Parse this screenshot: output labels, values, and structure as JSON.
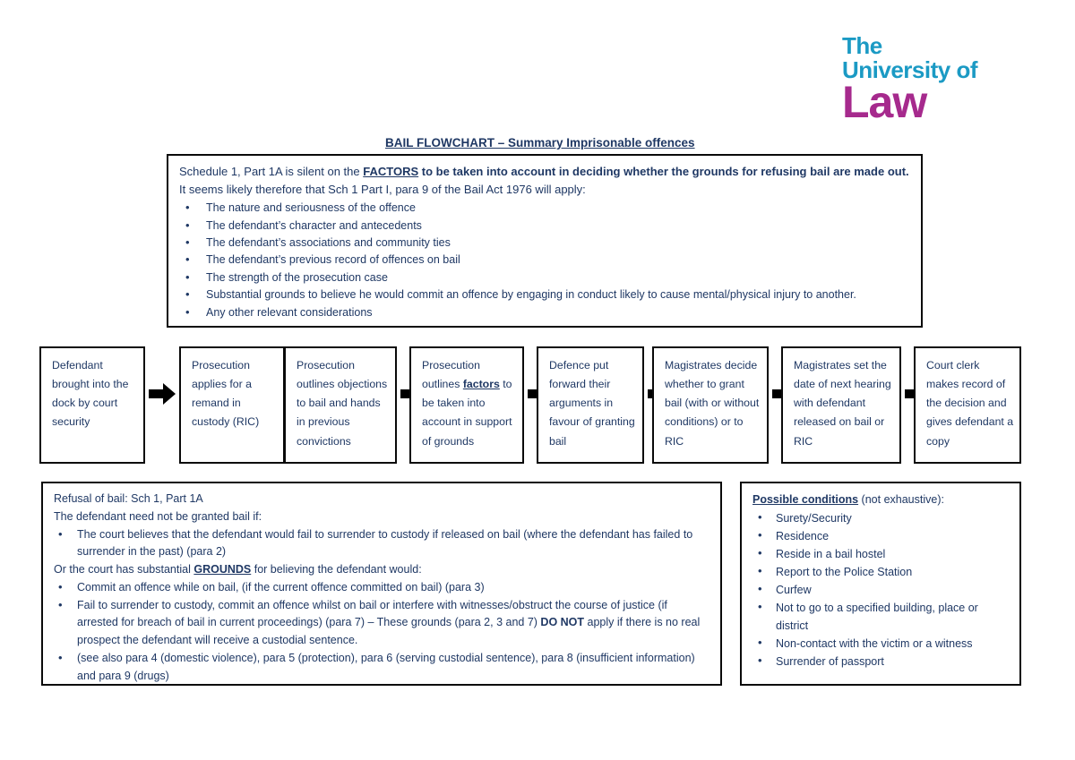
{
  "logo": {
    "line1": "The",
    "line2": "University of",
    "line3": "Law",
    "teal": "#1B9AC4",
    "magenta": "#A62A8D"
  },
  "title": "BAIL FLOWCHART – Summary Imprisonable offences ",
  "factors_box": {
    "lead_part1": "Schedule 1, Part 1A is silent on the ",
    "lead_factors": "FACTORS",
    "lead_part2": " to be taken into account in deciding whether the grounds for refusing bail are made out.",
    "lead_part3": " It seems likely therefore that Sch 1 Part I, para 9 of the Bail Act 1976 will apply:",
    "bullets": [
      "The nature and seriousness of the offence",
      "The defendant’s character and antecedents",
      "The defendant’s associations and community ties",
      "The defendant’s previous record of offences on bail",
      "The strength of the prosecution case",
      "Substantial grounds to believe he would commit an offence by engaging in conduct likely to cause mental/physical injury to another.",
      "Any other relevant considerations"
    ]
  },
  "flow": {
    "steps": [
      {
        "text_pre": "Defendant brought into the dock by court security",
        "emph": "",
        "text_post": ""
      },
      {
        "text_pre": "Prosecution applies for a remand in custody (RIC)",
        "emph": "",
        "text_post": ""
      },
      {
        "text_pre": "Prosecution outlines objections to bail and hands in previous convictions",
        "emph": "",
        "text_post": ""
      },
      {
        "text_pre": "Prosecution outlines ",
        "emph": "factors",
        "text_post": " to be taken into account in support of grounds"
      },
      {
        "text_pre": "Defence put forward their arguments in favour of granting bail",
        "emph": "",
        "text_post": ""
      },
      {
        "text_pre": "Magistrates decide whether to grant bail (with or without conditions) or to RIC",
        "emph": "",
        "text_post": ""
      },
      {
        "text_pre": "Magistrates set the date of next hearing with defendant released on bail or RIC",
        "emph": "",
        "text_post": ""
      },
      {
        "text_pre": "Court clerk makes record of the decision and gives defendant a copy",
        "emph": "",
        "text_post": ""
      }
    ],
    "arrow_count": 7
  },
  "refusal_box": {
    "line1": "Refusal of bail: Sch 1, Part 1A",
    "line2": "The defendant need not be granted bail if:",
    "bullet1": "The court believes that the defendant would fail to surrender to custody if released on bail (where the defendant has failed to surrender in the past) (para 2)",
    "line3_pre": "Or the court has substantial ",
    "line3_grounds": "GROUNDS",
    "line3_post": " for believing the defendant would:",
    "bullet2": "Commit an offence while on bail, (if the current offence committed on bail) (para 3)",
    "bullet3_pre": "Fail to surrender to custody, commit an offence whilst on bail or interfere with witnesses/obstruct the course of justice (if arrested for breach of bail in current proceedings) (para 7) – These grounds  (para 2, 3 and 7) ",
    "bullet3_emph": "DO NOT",
    "bullet3_post": " apply if there is no real prospect the defendant will receive a custodial sentence.",
    "bullet4": "(see also para 4 (domestic violence), para 5 (protection), para 6 (serving custodial sentence), para 8 (insufficient information) and para 9 (drugs)"
  },
  "conditions_box": {
    "heading_emph": "Possible conditions",
    "heading_rest": " (not exhaustive):",
    "items": [
      "Surety/Security",
      "Residence",
      "Reside in a bail hostel",
      "Report to the Police Station",
      "Curfew",
      "Not to go to a specified building, place or district",
      "Non-contact with the victim or a witness",
      "Surrender of passport"
    ]
  }
}
